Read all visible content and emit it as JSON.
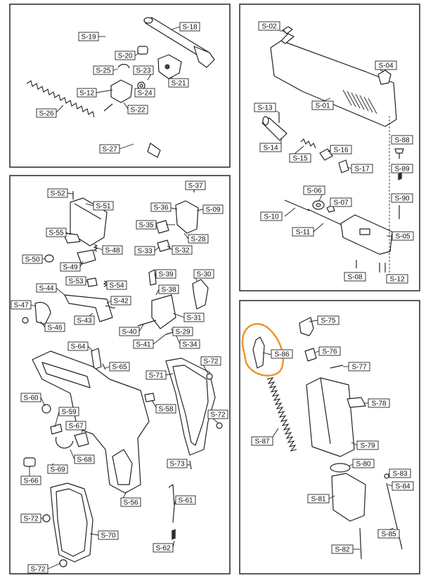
{
  "highlight_color": "#f0932b",
  "labels": {
    "s19": "S-19",
    "s18": "S-18",
    "s20": "S-20",
    "s25": "S-25",
    "s23": "S-23",
    "s21": "S-21",
    "s12a": "S-12",
    "s24": "S-24",
    "s22": "S-22",
    "s26": "S-26",
    "s27": "S-27",
    "s02": "S-02",
    "s04": "S-04",
    "s13": "S-13",
    "s01": "S-01",
    "s14": "S-14",
    "s16": "S-16",
    "s15": "S-15",
    "s17": "S-17",
    "s88": "S-88",
    "s89": "S-89",
    "s90": "S-90",
    "s06": "S-06",
    "s07": "S-07",
    "s10": "S-10",
    "s11": "S-11",
    "s05": "S-05",
    "s08": "S-08",
    "s12b": "S-12",
    "s52": "S-52",
    "s51": "S-51",
    "s37": "S-37",
    "s36": "S-36",
    "s09": "S-09",
    "s55": "S-55",
    "s35": "S-35",
    "s28": "S-28",
    "s48": "S-48",
    "s33": "S-33",
    "s32": "S-32",
    "s50": "S-50",
    "s49": "S-49",
    "s39": "S-39",
    "s30": "S-30",
    "s53": "S-53",
    "s54": "S-54",
    "s44": "S-44",
    "s38": "S-38",
    "s42": "S-42",
    "s47": "S-47",
    "s43": "S-43",
    "s31": "S-31",
    "s46": "S-46",
    "s40": "S-40",
    "s29": "S-29",
    "s41": "S-41",
    "s34": "S-34",
    "s64": "S-64",
    "s65": "S-65",
    "s72a": "S-72",
    "s71": "S-71",
    "s60": "S-60",
    "s58": "S-58",
    "s59": "S-59",
    "s72b": "S-72",
    "s67": "S-67",
    "s68": "S-68",
    "s69": "S-69",
    "s66": "S-66",
    "s73": "S-73",
    "s56": "S-56",
    "s61": "S-61",
    "s72c": "S-72",
    "s70": "S-70",
    "s62": "S-62",
    "s72d": "S-72",
    "s75": "S-75",
    "s76": "S-76",
    "s86": "S-86",
    "s77": "S-77",
    "s78": "S-78",
    "s87": "S-87",
    "s79": "S-79",
    "s80": "S-80",
    "s83": "S-83",
    "s84": "S-84",
    "s81": "S-81",
    "s85": "S-85",
    "s82": "S-82"
  }
}
